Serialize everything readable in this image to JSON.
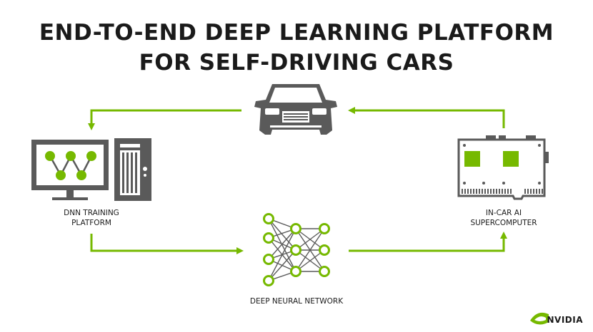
{
  "title": {
    "line1": "END-TO-END DEEP LEARNING PLATFORM",
    "line2": "FOR SELF-DRIVING CARS"
  },
  "nodes": {
    "training": {
      "line1": "DNN TRAINING",
      "line2": "PLATFORM",
      "icon": "computer-server-icon"
    },
    "network": {
      "line1": "DEEP NEURAL NETWORK",
      "icon": "neural-network-icon"
    },
    "incar": {
      "line1": "IN-CAR AI",
      "line2": "SUPERCOMPUTER",
      "icon": "circuit-board-icon"
    },
    "car": {
      "icon": "car-front-icon"
    }
  },
  "brand": {
    "name": "NVIDIA"
  },
  "colors": {
    "accent": "#76b900",
    "dark": "#5a5a5a",
    "text": "#1a1a1a"
  }
}
